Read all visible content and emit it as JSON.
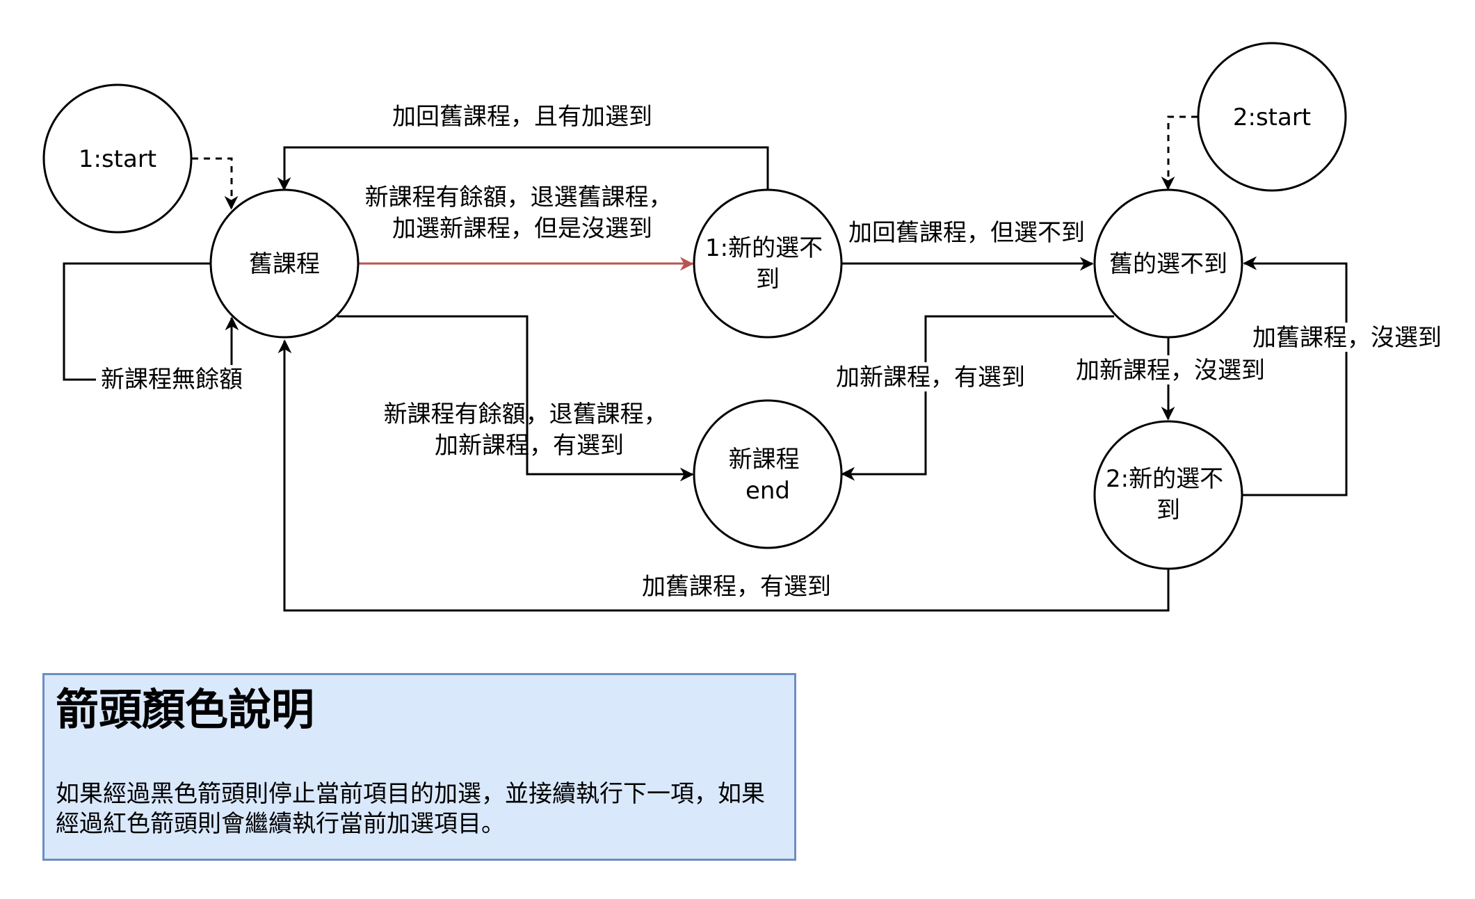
{
  "nodes": {
    "start1": "1:start",
    "old_course": "舊課程",
    "new_fail1": [
      "1:新的選不",
      "到"
    ],
    "old_fail": "舊的選不到",
    "start2": "2:start",
    "new_course_end": [
      "新課程",
      "end"
    ],
    "new_fail2": [
      "2:新的選不",
      "到"
    ]
  },
  "edges": {
    "readd_old_success": "加回舊課程，且有加選到",
    "new_has_seats_fail": [
      "新課程有餘額，退選舊課程，",
      "加選新課程，但是沒選到"
    ],
    "readd_old_fail": "加回舊課程，但選不到",
    "no_seats_loop": "新課程無餘額",
    "new_has_seats_success": [
      "新課程有餘額，退舊課程，",
      "加新課程，有選到"
    ],
    "add_new_success": "加新課程，有選到",
    "add_new_fail": "加新課程，沒選到",
    "add_old_fail": "加舊課程，沒選到",
    "add_old_success": "加舊課程，有選到"
  },
  "legend": {
    "title": "箭頭顏色說明",
    "body": "如果經過黑色箭頭則停止當前項目的加選，並接續執行下一項，如果經過紅色箭頭則會繼續執行當前加選項目。"
  },
  "colors": {
    "black_arrow": "#000000",
    "red_arrow": "#b85450",
    "legend_fill": "#dae8fc",
    "legend_border": "#6c8ebf"
  }
}
